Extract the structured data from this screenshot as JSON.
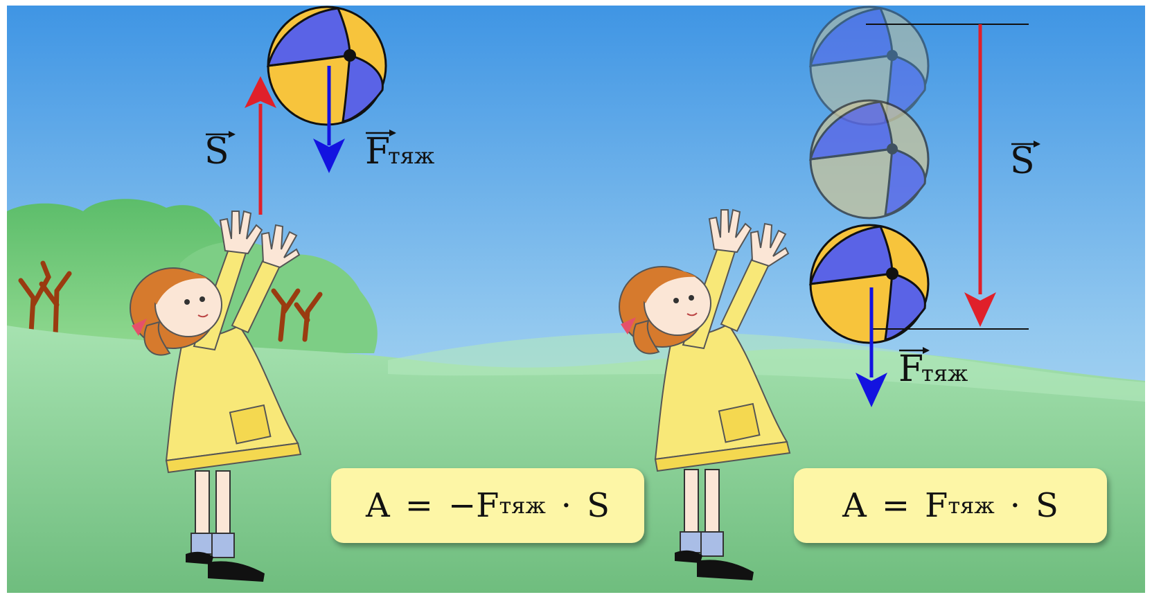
{
  "left_panel": {
    "displacement_label": "S",
    "force_label": "F",
    "force_subscript": "тяж",
    "formula": {
      "lhs": "A",
      "eq": "=",
      "minus": "−",
      "F": "F",
      "sub": "тяж",
      "dot": "·",
      "S": "S"
    }
  },
  "right_panel": {
    "displacement_label": "S",
    "force_label": "F",
    "force_subscript": "тяж",
    "formula": {
      "lhs": "A",
      "eq": "=",
      "F": "F",
      "sub": "тяж",
      "dot": "·",
      "S": "S"
    }
  },
  "colors": {
    "sky_top": "#3f95e4",
    "sky_bottom": "#b9ddf3",
    "grass": "#8ed49c",
    "displacement_arrow": "#e0202a",
    "force_arrow": "#1313e0",
    "ball_blue": "#5a63e6",
    "ball_yellow": "#f7c43c",
    "formula_box": "#fdf6a6",
    "dress": "#f8e878"
  }
}
